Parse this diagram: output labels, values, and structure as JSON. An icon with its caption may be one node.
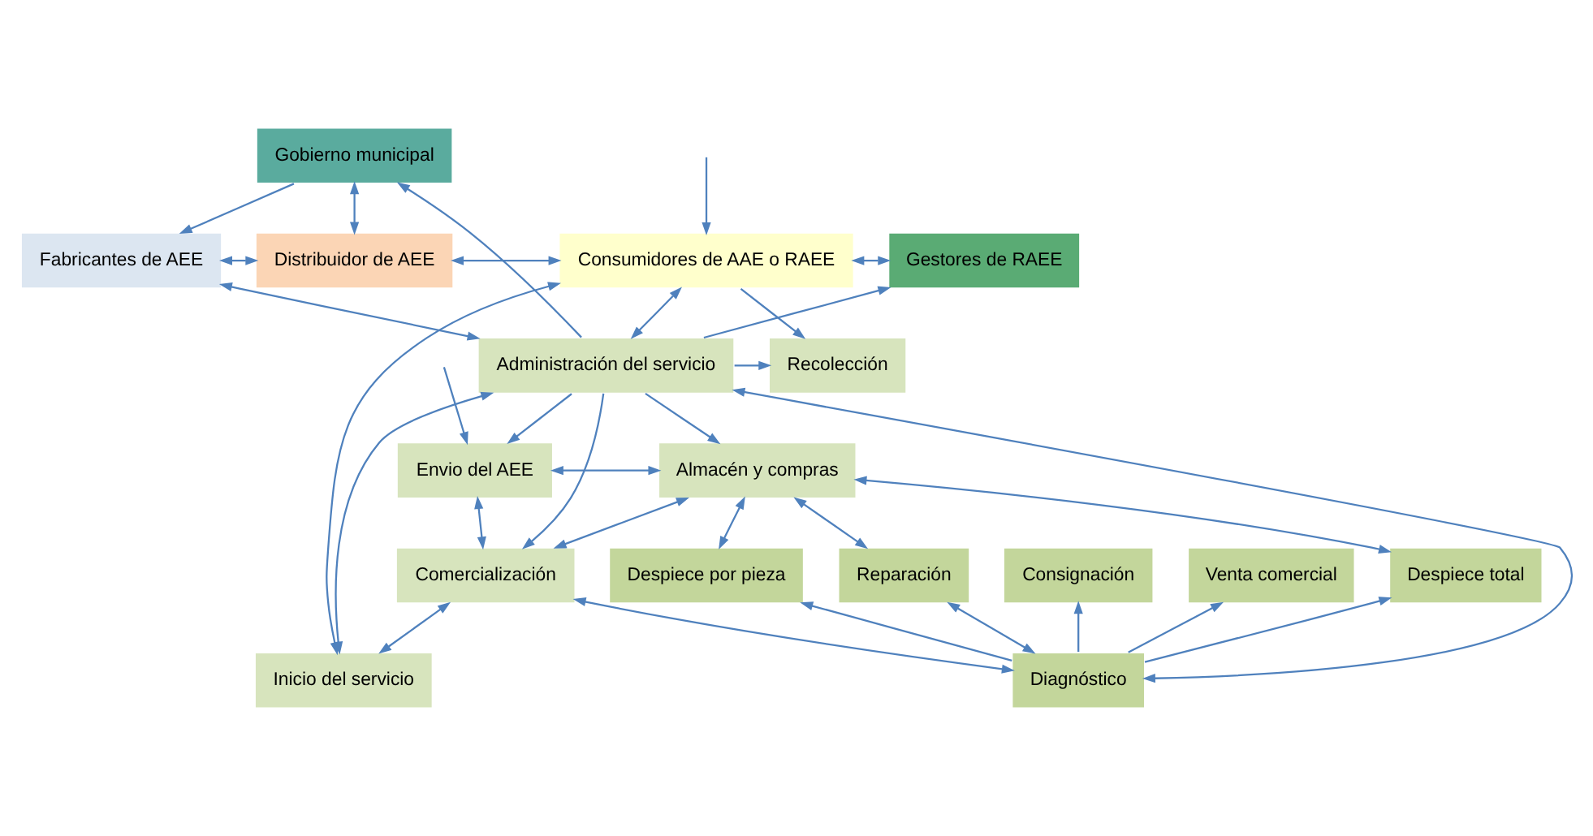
{
  "diagram": {
    "nodes": [
      {
        "text": [
          "Gobierno municipal"
        ]
      },
      {
        "text": [
          "Fabricantes de AEE"
        ]
      },
      {
        "text": [
          "Distribuidor de AEE"
        ]
      },
      {
        "text": [
          "Consumidores de AAE o RAEE"
        ]
      },
      {
        "text": [
          "Gestores de RAEE"
        ]
      },
      {
        "text": [
          "Recolección"
        ]
      },
      {
        "text": [
          "Administración del servicio"
        ]
      },
      {
        "text": [
          "Inicio del servicio"
        ]
      },
      {
        "text": [
          "Diagnóstico"
        ]
      },
      {
        "text": [
          "Comercialización"
        ]
      },
      {
        "text": [
          "Consignación"
        ]
      },
      {
        "text": [
          "Venta comercial"
        ]
      },
      {
        "text": [
          "Reparación"
        ]
      },
      {
        "text": [
          "Despiece total"
        ]
      },
      {
        "text": [
          "Despiece por pieza"
        ]
      },
      {
        "text": [
          "Envio del AEE"
        ]
      },
      {
        "text": [
          "Almacén y compras"
        ]
      }
    ],
    "edges": [
      {
        "from": 0,
        "to": 2,
        "arrow": "both"
      },
      {
        "from": 0,
        "to": 1,
        "arrow": "to"
      },
      {
        "from": 1,
        "to": 2,
        "arrow": "both"
      },
      {
        "from": 2,
        "to": 3,
        "arrow": "both"
      },
      {
        "from": 3,
        "to": 4,
        "arrow": "both"
      },
      {
        "from": null,
        "to": 3,
        "arrow": "to"
      },
      {
        "from": 6,
        "to": 0,
        "arrow": "to"
      },
      {
        "from": 6,
        "to": 4,
        "arrow": "to"
      },
      {
        "from": 6,
        "to": 1,
        "arrow": "both"
      },
      {
        "from": 6,
        "to": 3,
        "arrow": "both"
      },
      {
        "from": 3,
        "to": 5,
        "arrow": "to"
      },
      {
        "from": 6,
        "to": 5,
        "arrow": "to"
      },
      {
        "from": 6,
        "to": 8,
        "arrow": "both"
      },
      {
        "from": 6,
        "to": 7,
        "arrow": "both"
      },
      {
        "from": 3,
        "to": 7,
        "arrow": "both"
      },
      {
        "from": 7,
        "to": 9,
        "arrow": "both"
      },
      {
        "from": 6,
        "to": 9,
        "arrow": "to"
      },
      {
        "from": 9,
        "to": 8,
        "arrow": "both"
      },
      {
        "from": 8,
        "to": 10,
        "arrow": "to"
      },
      {
        "from": 8,
        "to": 11,
        "arrow": "to"
      },
      {
        "from": 8,
        "to": 12,
        "arrow": "both"
      },
      {
        "from": 8,
        "to": 13,
        "arrow": "to"
      },
      {
        "from": 8,
        "to": 14,
        "arrow": "to"
      },
      {
        "from": 12,
        "to": 16,
        "arrow": "both"
      },
      {
        "from": 16,
        "to": 13,
        "arrow": "both"
      },
      {
        "from": 16,
        "to": 14,
        "arrow": "both"
      },
      {
        "from": 15,
        "to": 16,
        "arrow": "both"
      },
      {
        "from": 9,
        "to": 15,
        "arrow": "both"
      },
      {
        "from": 9,
        "to": 16,
        "arrow": "both"
      },
      {
        "from": 6,
        "to": 15,
        "arrow": "to"
      },
      {
        "from": 6,
        "to": 16,
        "arrow": "to"
      },
      {
        "from": null,
        "to": 15,
        "arrow": "to"
      }
    ]
  }
}
